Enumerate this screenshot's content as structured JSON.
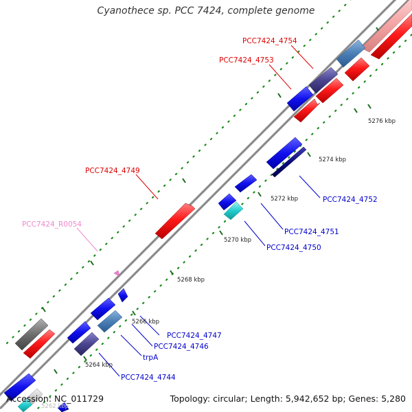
{
  "title": "Cyanothece sp. PCC 7424, complete genome",
  "footer": {
    "accession": "Accession: NC_011729",
    "summary": "Topology: circular; Length: 5,942,652 bp; Genes: 5,280"
  },
  "colors": {
    "backbone": "#7f7f7f",
    "forward_red": "#ff1a1a",
    "pink": "#f4a3a3",
    "steel_blue": "#4a7fb5",
    "purple": "#4a4490",
    "blue": "#1010ee",
    "navy": "#0a0a80",
    "cyan": "#22cccc",
    "gray": "#6e6e6e",
    "tick_green": "#1a7a1a",
    "label_red": "#dd0000",
    "label_blue": "#0000cc",
    "label_pink": "#ee88cc"
  },
  "ticks": [
    "5262 kbp",
    "5264 kbp",
    "5266 kbp",
    "5268 kbp",
    "5270 kbp",
    "5272 kbp",
    "5274 kbp",
    "5276 kbp"
  ],
  "labels": {
    "pcc4754": "PCC7424_4754",
    "pcc4753": "PCC7424_4753",
    "pcc4749": "PCC7424_4749",
    "r0054": "PCC7424_R0054",
    "pcc4752": "PCC7424_4752",
    "pcc4751": "PCC7424_4751",
    "pcc4750": "PCC7424_4750",
    "pcc4747": "PCC7424_4747",
    "pcc4746": "PCC7424_4746",
    "trpA": "trpA",
    "pcc4744": "PCC7424_4744"
  }
}
